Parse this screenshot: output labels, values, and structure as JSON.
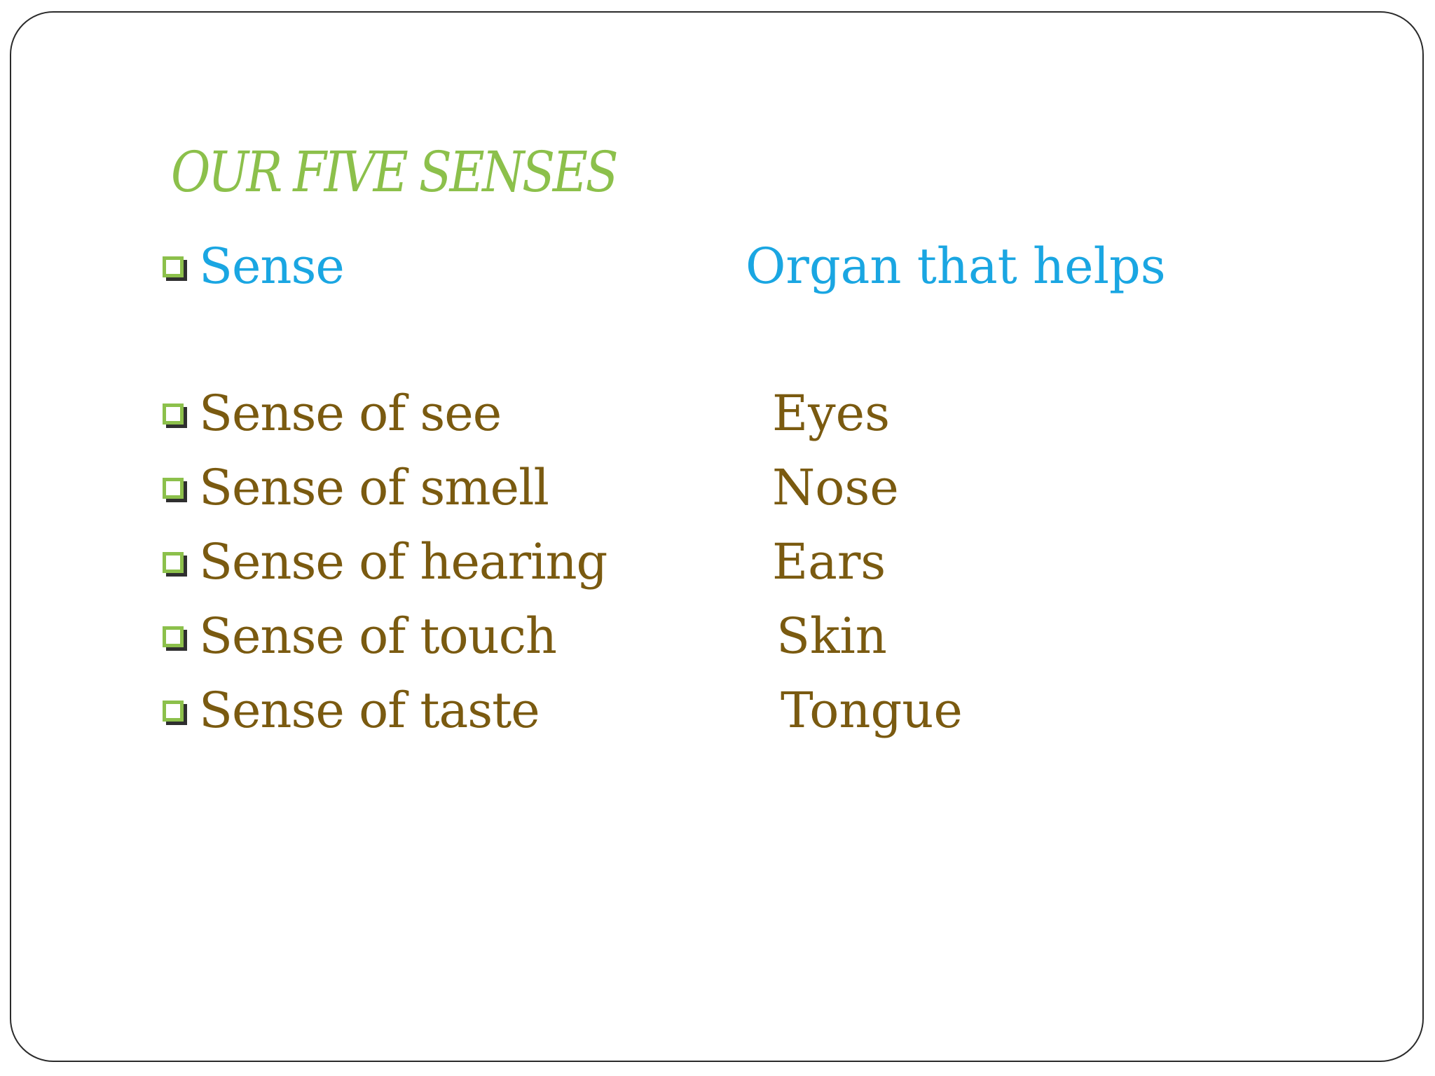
{
  "title": "OUR FIVE SENSES",
  "colors": {
    "title": "#8cc04b",
    "header_text": "#1aa6e2",
    "item_text": "#7a5a10",
    "bullet": "#8cc04b"
  },
  "bullet_icon": "checkbox-bullet-icon",
  "header": {
    "sense": "Sense",
    "organ": "Organ that helps"
  },
  "items": [
    {
      "sense": "Sense of see",
      "organ": "Eyes"
    },
    {
      "sense": "Sense of smell",
      "organ": "Nose"
    },
    {
      "sense": "Sense of hearing",
      "organ": "Ears"
    },
    {
      "sense": "Sense of touch",
      "organ": "Skin"
    },
    {
      "sense": "Sense of taste",
      "organ": "Tongue"
    }
  ]
}
